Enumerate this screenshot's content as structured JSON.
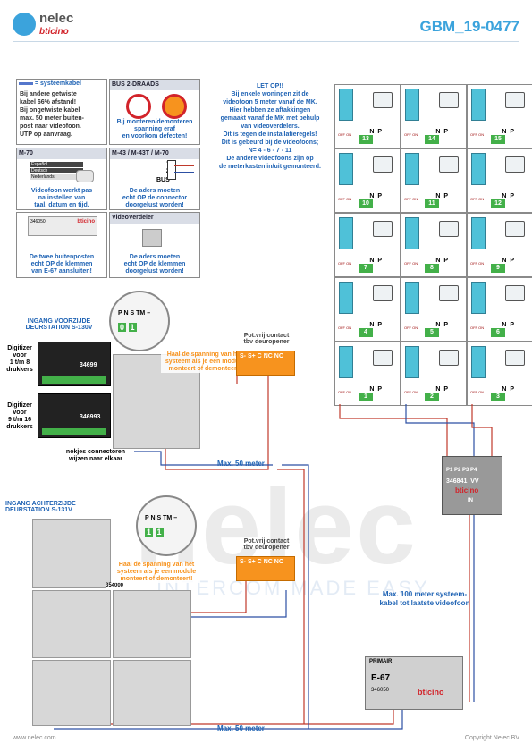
{
  "header": {
    "logo_name": "nelec",
    "logo_sub": "bticino",
    "doc_number": "GBM_19-0477"
  },
  "legend_boxes": {
    "systeemkabel": {
      "title": "= systeemkabel",
      "lines": [
        "Bij andere getwiste",
        "kabel 66% afstand!",
        "Bij ongetwiste kabel",
        "max. 50 meter buiten-",
        "post naar videofoon.",
        "UTP op aanvraag."
      ]
    },
    "bus": {
      "title": "BUS 2-DRAADS",
      "lines": [
        "Bij monteren/demonteren",
        "spanning eraf",
        "en voorkom defecten!"
      ]
    },
    "m70": {
      "title": "M-70",
      "menu": [
        "Español",
        "Deutsch",
        "Nederlands"
      ],
      "lines": [
        "Videofoon werkt pas",
        "na instellen van",
        "taal, datum en tijd."
      ]
    },
    "m43": {
      "title": "M-43 / M-43T / M-70",
      "terms": [
        "1",
        "2",
        "BUS"
      ],
      "lines": [
        "De aders moeten",
        "echt OP de connector",
        "doorgelust worden!"
      ]
    },
    "bp": {
      "part": "346050",
      "brand": "bticino",
      "lines": [
        "De twee buitenposten",
        "echt OP de klemmen",
        "van E-67 aansluiten!"
      ]
    },
    "vv": {
      "title": "VideoVerdeler",
      "lines": [
        "De aders moeten",
        "echt OP de klemmen",
        "doorgelust worden!"
      ]
    }
  },
  "note": {
    "title": "LET OP!!",
    "lines": [
      "Bij enkele woningen zit de",
      "videofoon 5 meter vanaf de MK.",
      "Hier hebben ze aftakkingen",
      "gemaakt vanaf de MK met behulp",
      "van videoverdelers.",
      "Dit is tegen de installatieregels!",
      "Dit is gebeurd bij de videofoons;",
      "N= 4 - 6 - 7 - 11",
      "De andere videofoons zijn op",
      "de meterkasten in/uit gemonteerd."
    ]
  },
  "front": {
    "title1": "INGANG VOORZIJDE",
    "title2": "DEURSTATION S-130V",
    "digitizer1": [
      "Digitizer",
      "voor",
      "1 t/m 8",
      "drukkers"
    ],
    "digitizer2": [
      "Digitizer",
      "voor",
      "9 t/m 16",
      "drukkers"
    ],
    "part1": "34699",
    "part2": "346993",
    "nokjes": [
      "nokjes connectoren",
      "wijzen naar elkaar"
    ],
    "haal": [
      "Haal de spanning van het",
      "systeem als je een module",
      "monteert of demonteert!"
    ],
    "zoom_labels": [
      "P",
      "N",
      "S",
      "TM",
      "–"
    ],
    "zoom_vals": [
      "0",
      "1"
    ]
  },
  "rear": {
    "title1": "INGANG ACHTERZIJDE",
    "title2": "DEURSTATION S-131V",
    "haal": [
      "Haal de spanning van het",
      "systeem als je een module",
      "monteert of demonteert!"
    ],
    "zoom_labels": [
      "P",
      "N",
      "S",
      "TM",
      "–"
    ],
    "zoom_vals": [
      "1",
      "1"
    ],
    "part": "354000"
  },
  "pot": {
    "label": [
      "Pot.vrij contact",
      "tbv deuropener"
    ],
    "terms": [
      "S-",
      "S+",
      "C",
      "NC",
      "NO"
    ]
  },
  "distances": {
    "max50a": "Max. 50 meter",
    "max50b": "Max. 50 meter",
    "max100": [
      "Max. 100 meter systeem-",
      "kabel tot laatste videofoon"
    ]
  },
  "vv_module": {
    "part": "346841",
    "vv": "VV",
    "ports": [
      "P1",
      "P2",
      "P3",
      "P4"
    ],
    "brand": "bticino",
    "in": "IN"
  },
  "e67": {
    "primair": "PRIMAIR",
    "model": "E-67",
    "part": "346050",
    "brand": "bticino"
  },
  "grid": {
    "cells": [
      "13",
      "14",
      "15",
      "10",
      "11",
      "12",
      "7",
      "8",
      "9",
      "4",
      "5",
      "6",
      "1",
      "2",
      "3"
    ],
    "n_label": "N",
    "p_label": "P",
    "offon": "OFF ON"
  },
  "footer": {
    "website": "www.nelec.com",
    "copyright": "Copyright Nelec BV"
  },
  "watermark": {
    "big": "nelec",
    "small": "INTERCOM MADE EASY"
  },
  "colors": {
    "brand_blue": "#3ba3dc",
    "text_blue": "#1f63b4",
    "orange": "#f7931e",
    "badge_green": "#43b049",
    "wire_red": "#c0392b",
    "wire_blue": "#2c4fa3"
  }
}
